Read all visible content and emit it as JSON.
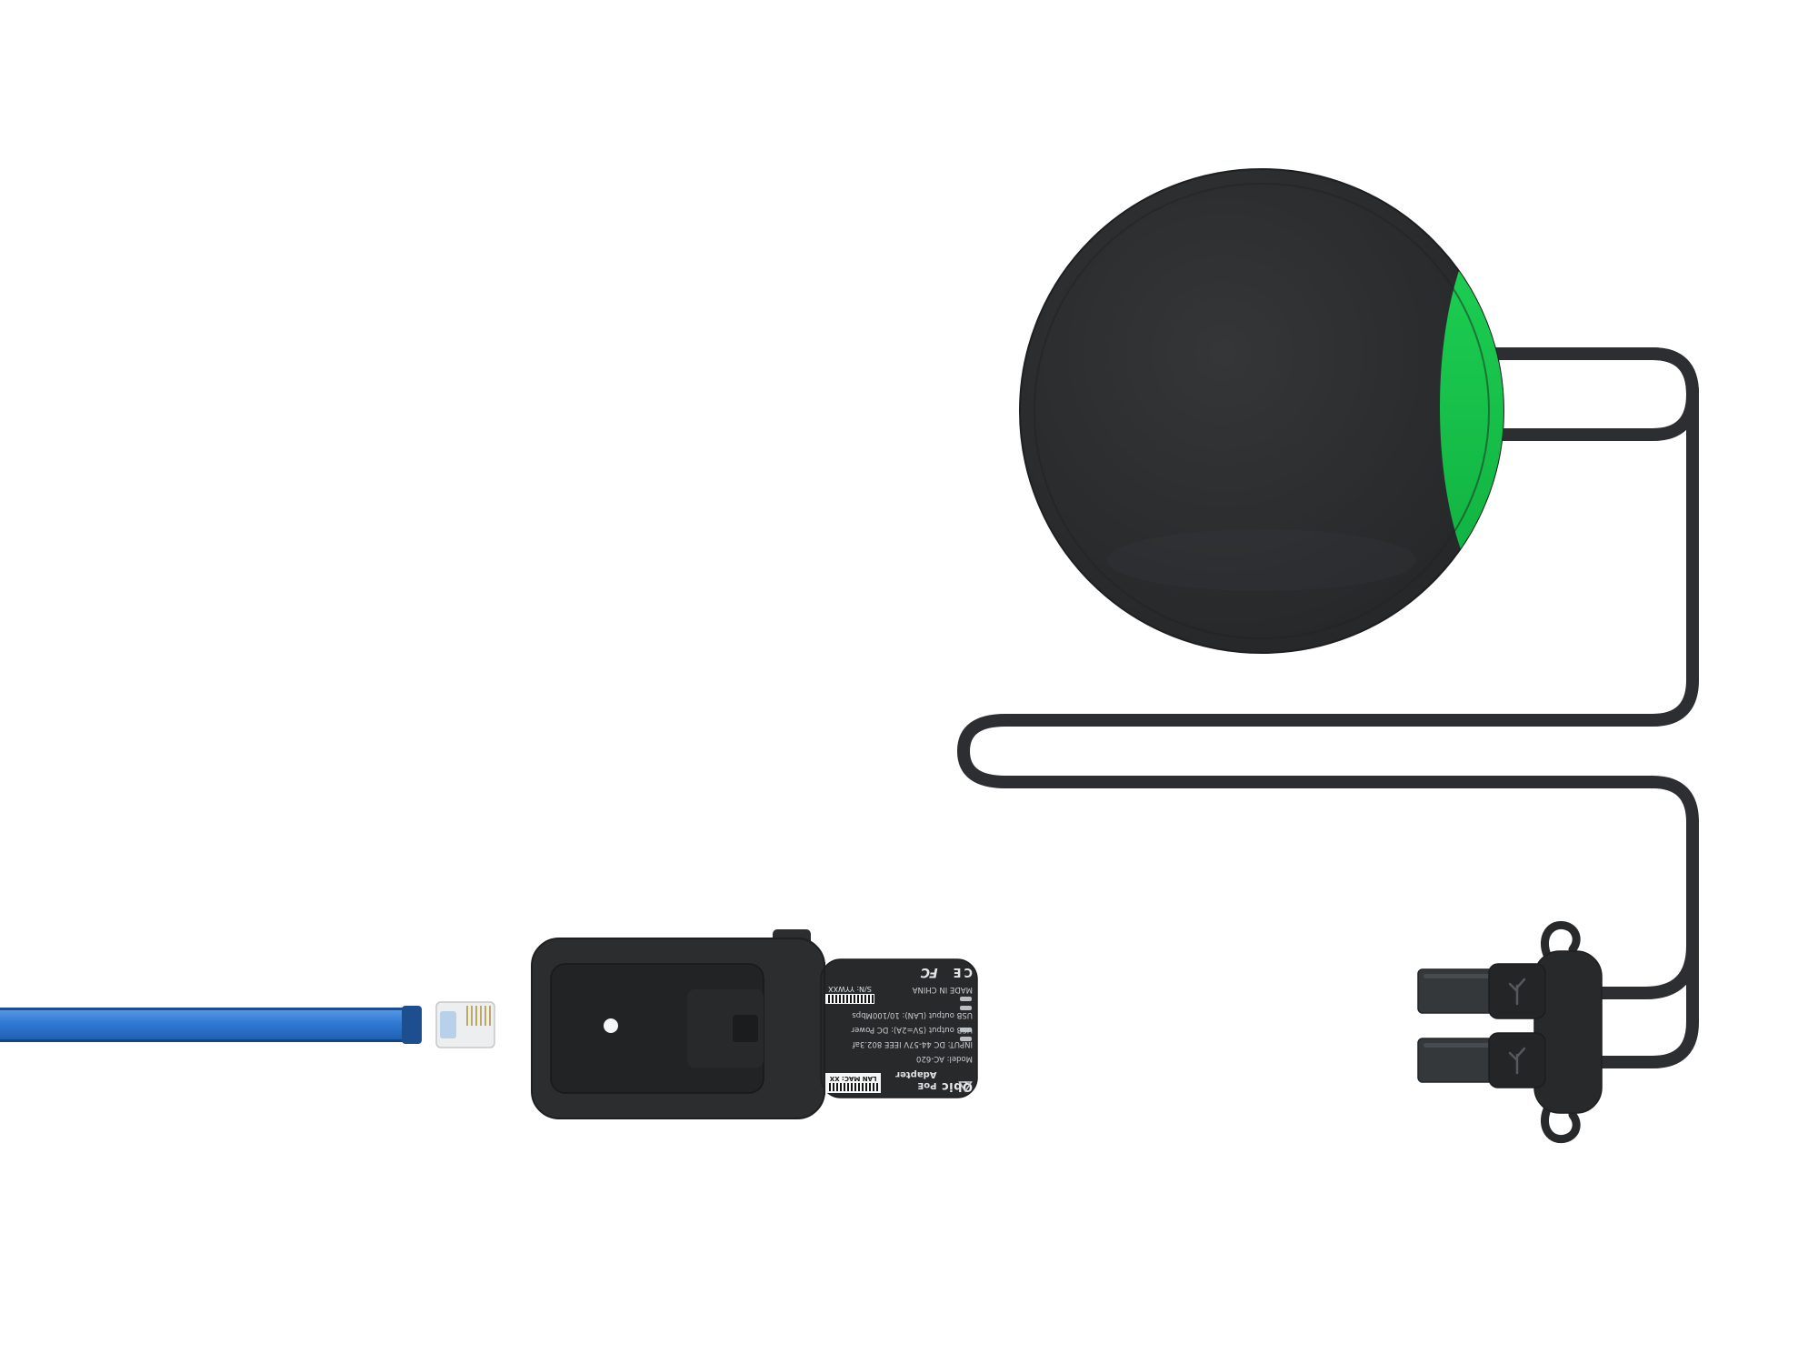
{
  "scene": {
    "background": "#ffffff",
    "colors": {
      "device_body": "#2b2d2f",
      "accent_green": "#16c94d",
      "cable": "#2c2e31",
      "ethernet_blue": "#2f7ad4",
      "rj45_shell": "#eceef0"
    }
  },
  "icons": {
    "usb_logo": "usb-trident",
    "cert_triangle": "triangle-outline-mark"
  },
  "adapter_label": {
    "brand": "Qbic",
    "product": "PoE Adapter",
    "model": "Model: AC-620",
    "input": "INPUT: DC 44-57V IEEE 802.3af",
    "usb_power": "USB output (5V=2A): DC Power",
    "usb_lan": "USB output (LAN): 10/100Mbps",
    "origin": "MADE IN CHINA",
    "serial": "S/N: YYWXX",
    "mac": "LAN MAC: XX",
    "cert_fcc": "FC",
    "cert_ce": "CE"
  }
}
